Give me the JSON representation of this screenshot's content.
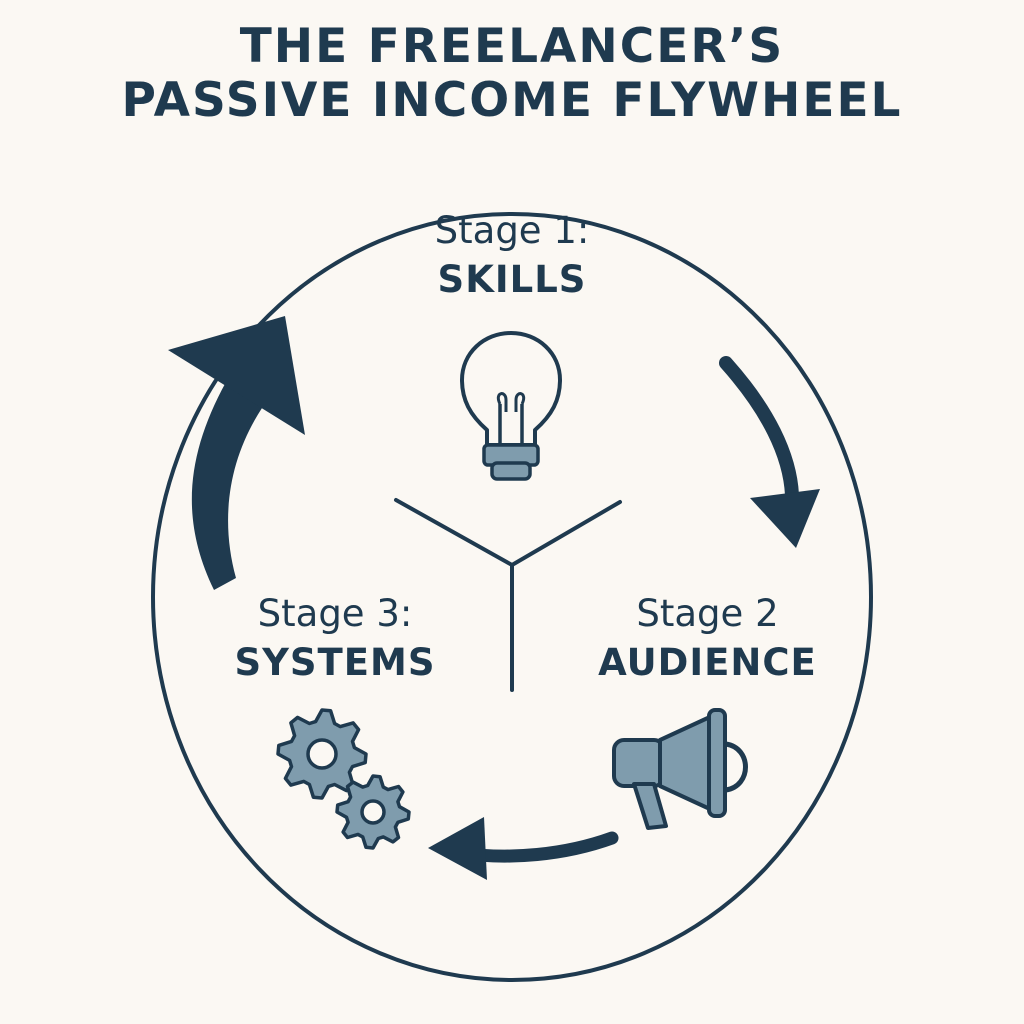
{
  "title": {
    "line1": "THE FREELANCER’S",
    "line2": "PASSIVE INCOME FLYWHEEL"
  },
  "stages": [
    {
      "number": "Stage 1:",
      "name": "SKILLS",
      "icon": "lightbulb-icon"
    },
    {
      "number": "Stage 2",
      "name": "AUDIENCE",
      "icon": "megaphone-icon"
    },
    {
      "number": "Stage 3:",
      "name": "SYSTEMS",
      "icon": "gears-icon"
    }
  ],
  "colors": {
    "primary": "#1f3a4f",
    "icon_fill": "#7f9cad",
    "background": "#fbf8f3"
  }
}
